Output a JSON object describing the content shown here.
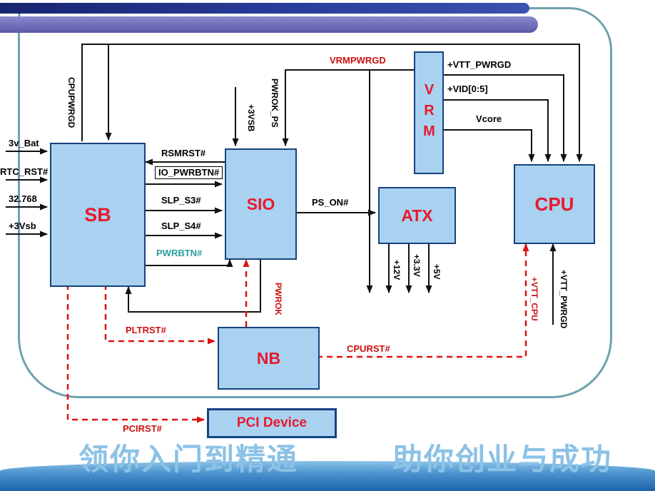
{
  "slide": {
    "blocks": {
      "sb": "SB",
      "sio": "SIO",
      "atx": "ATX",
      "vrm": "VRM",
      "cpu": "CPU",
      "nb": "NB",
      "pci": "PCI Device"
    },
    "signals": {
      "cpupwrgd": "CPUPWRGD",
      "rsmrst": "RSMRST#",
      "io_pwrbtn": "IO_PWRBTN#",
      "slp_s3": "SLP_S3#",
      "slp_s4": "SLP_S4#",
      "pwrbtn": "PWRBTN#",
      "bat_3v": "3v_Bat",
      "rtc_rst": "RTC_RST#",
      "clk_32768": "32.768",
      "p3vsb_left": "+3Vsb",
      "p3vsb_top": "+3VSB",
      "pwrok_ps": "PWROK_PS",
      "vrmpwrgd": "VRMPWRGD",
      "vtt_pwrgd_top": "+VTT_PWRGD",
      "vid": "+VID[0:5]",
      "vcore": "Vcore",
      "ps_on": "PS_ON#",
      "p12v": "+12V",
      "p3v3": "+3.3V",
      "p5v": "+5V",
      "pltrst": "PLTRST#",
      "pwrok": "PWROK",
      "cpurst": "CPURST#",
      "vtt_cpu": "+VTT_CPU",
      "vtt_pwrgd_bottom": "+VTT_PWRGD",
      "pcirst": "PCIRST#"
    },
    "colors": {
      "block_fill": "#A8D2F0",
      "block_border": "#17427F",
      "block_label": "#E8192C",
      "signal_red": "#CC1111",
      "signal_teal": "#2E9E9E",
      "frame": "#6FA3AD"
    },
    "footer": {
      "slogan": "领你入门到精通　　　助你创业与成功"
    }
  }
}
